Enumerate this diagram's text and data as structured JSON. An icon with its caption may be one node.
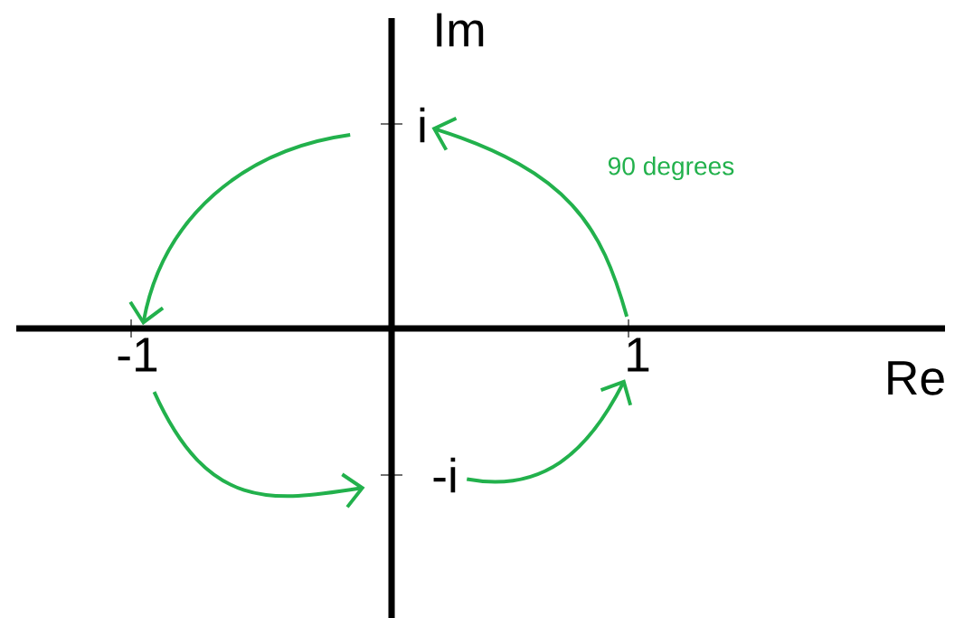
{
  "diagram": {
    "nodes": [
      {
        "text": [
          "i"
        ]
      },
      {
        "text": [
          "-1"
        ]
      },
      {
        "text": [
          "1"
        ]
      },
      {
        "text": [
          "-i"
        ]
      }
    ],
    "edges": [
      {
        "from": 2,
        "to": 0,
        "arrow": "to",
        "label": "90 degrees",
        "color": "#22b14c"
      },
      {
        "from": 0,
        "to": 1,
        "arrow": "to",
        "color": "#22b14c"
      },
      {
        "from": 1,
        "to": 3,
        "arrow": "to",
        "color": "#22b14c"
      },
      {
        "from": 3,
        "to": 2,
        "arrow": "to",
        "color": "#22b14c"
      }
    ],
    "labels": [
      "Im",
      "Re"
    ]
  }
}
